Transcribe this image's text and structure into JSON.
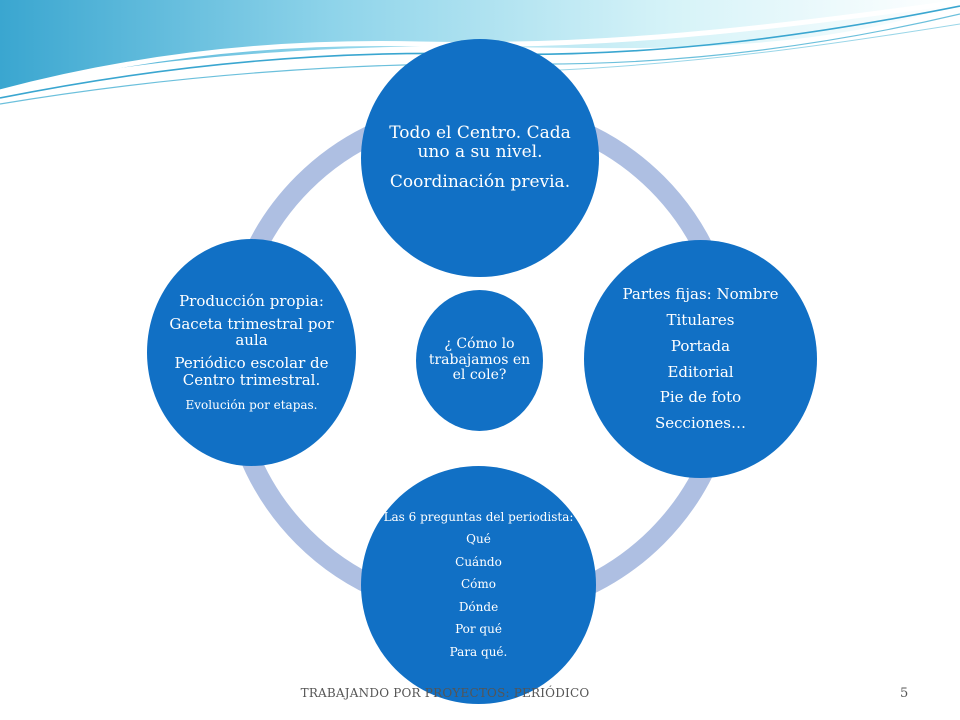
{
  "diagram": {
    "center": {
      "text": "¿ Cómo lo trabajamos en el cole?"
    },
    "nodes": {
      "top": {
        "lines": [
          "Todo el Centro. Cada uno a su nivel.",
          "Coordinación previa."
        ]
      },
      "right": {
        "lines": [
          "Partes fijas: Nombre",
          "Titulares",
          "Portada",
          "Editorial",
          "Pie de foto",
          "Secciones…"
        ]
      },
      "bottom": {
        "lines": [
          "Las 6  preguntas del periodista:",
          "Qué",
          "Cuándo",
          "Cómo",
          "Dónde",
          "Por qué",
          "Para qué."
        ]
      },
      "left": {
        "lines": [
          "Producción propia:",
          "Gaceta trimestral por aula",
          "Periódico escolar de Centro trimestral.",
          "Evolución por etapas."
        ]
      }
    }
  },
  "footer": {
    "text": "TRABAJANDO POR PROYECTOS:  PERIÓDICO",
    "page_number": "5"
  },
  "colors": {
    "circle": "#1170c5",
    "ring": "#aebfe2",
    "wave_dark": "#2a9bc8",
    "wave_light": "#b6e7f2",
    "text": "#ffffff"
  }
}
